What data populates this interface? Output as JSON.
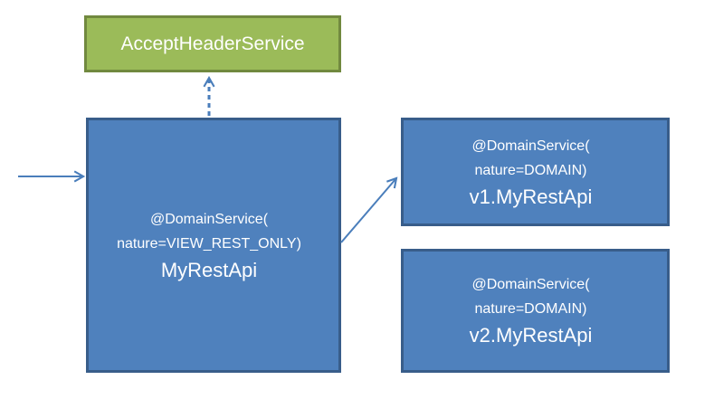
{
  "diagram": {
    "colors": {
      "blue_fill": "#4F81BD",
      "blue_border": "#385D8A",
      "green_fill": "#9BBB59",
      "green_border": "#71893F",
      "arrow": "#4A7EBB",
      "text": "#FFFFFF",
      "background": "#FFFFFF"
    },
    "nodes": {
      "accept_header_service": {
        "label": "AcceptHeaderService"
      },
      "my_rest_api": {
        "annotations": [
          "@DomainService(",
          "nature=VIEW_REST_ONLY)"
        ],
        "name": "MyRestApi"
      },
      "v1_my_rest_api": {
        "annotations": [
          "@DomainService(",
          "nature=DOMAIN)"
        ],
        "name": "v1.MyRestApi"
      },
      "v2_my_rest_api": {
        "annotations": [
          "@DomainService(",
          "nature=DOMAIN)"
        ],
        "name": "v2.MyRestApi"
      }
    },
    "edges": [
      {
        "from": "client",
        "to": "my_rest_api",
        "style": "solid-arrow"
      },
      {
        "from": "my_rest_api",
        "to": "accept_header_service",
        "style": "dashed-arrow"
      },
      {
        "from": "my_rest_api",
        "to": "v1_my_rest_api",
        "style": "solid-arrow"
      }
    ]
  }
}
